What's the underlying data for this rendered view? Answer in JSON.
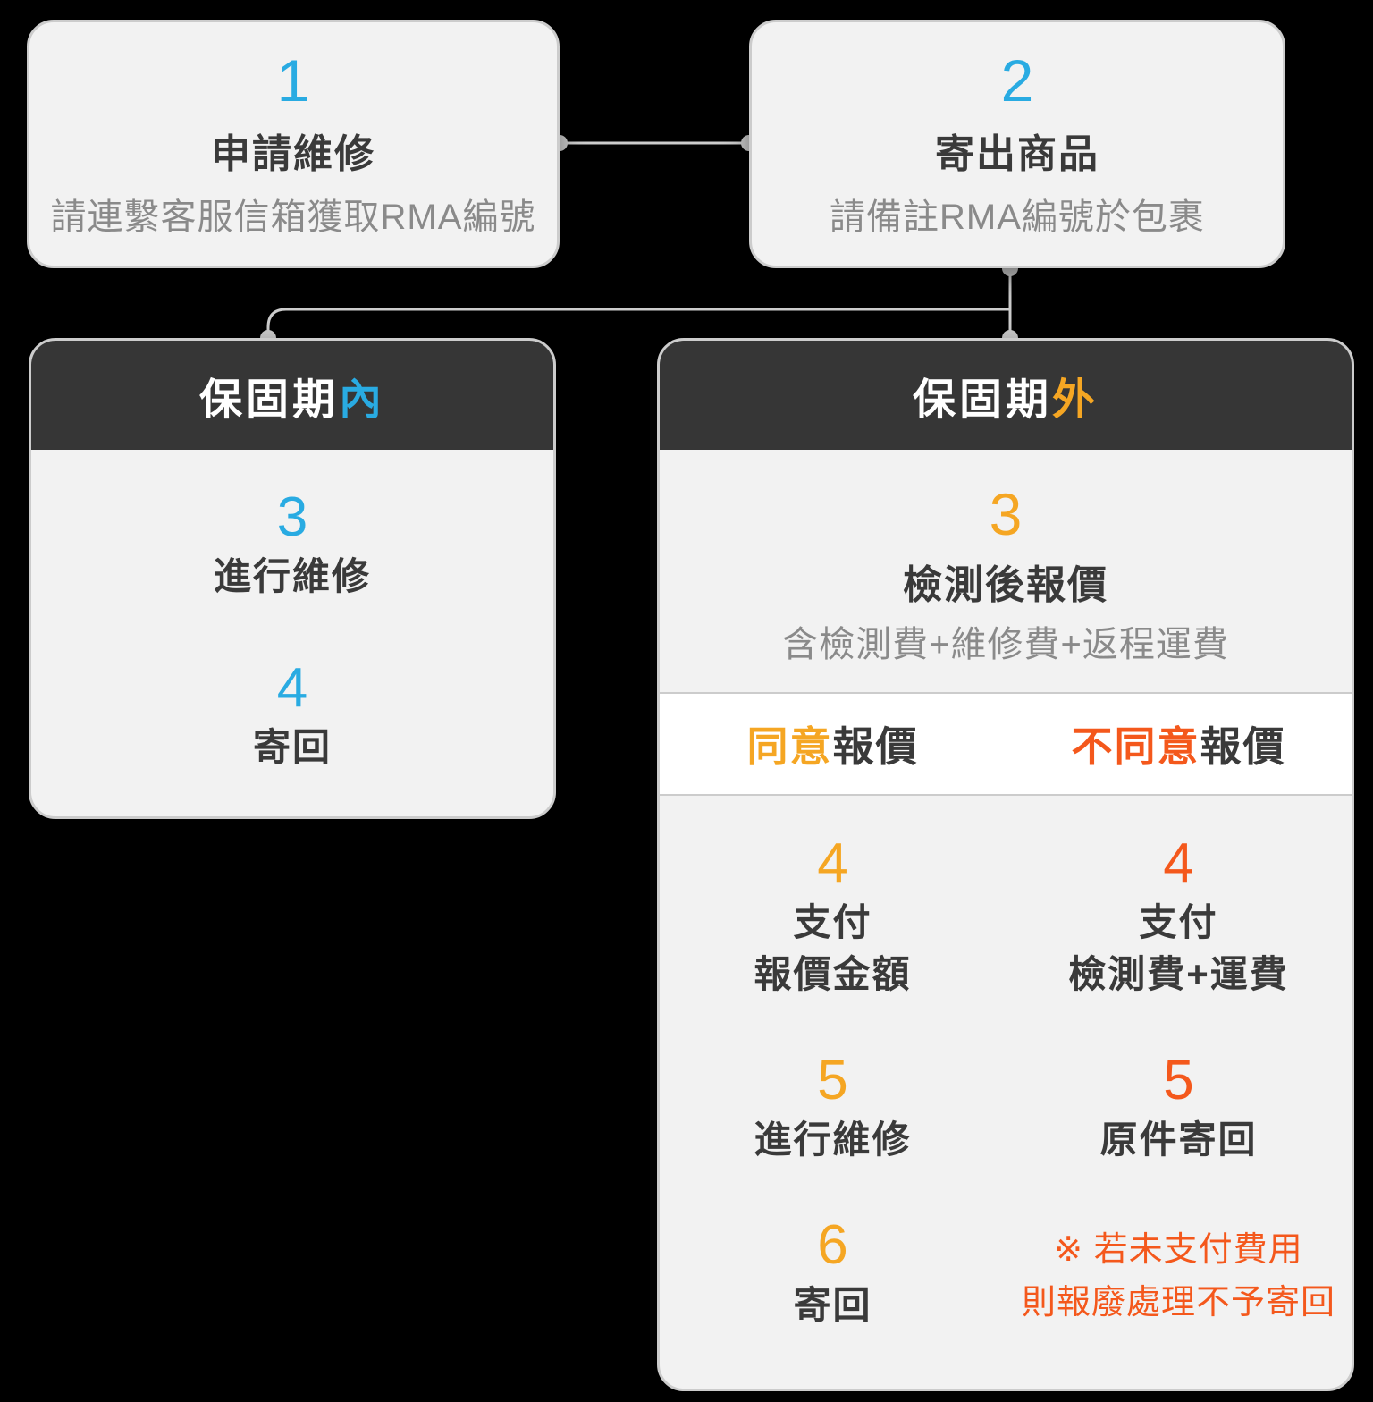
{
  "colors": {
    "blue": "#29abe2",
    "amber": "#f5a623",
    "orange": "#f4581c",
    "card_bg": "#f2f2f2",
    "header_bg": "#363636",
    "text_dark": "#3a3a3a",
    "text_gray": "#8a8a8a",
    "line": "#cccccc",
    "band_bg": "#ffffff",
    "page_bg": "#000000"
  },
  "top_cards": [
    {
      "number": "1",
      "title": "申請維修",
      "subtitle": "請連繫客服信箱獲取RMA編號"
    },
    {
      "number": "2",
      "title": "寄出商品",
      "subtitle": "請備註RMA編號於包裹"
    }
  ],
  "warranty_in": {
    "title_prefix": "保固期",
    "title_accent": "內",
    "steps": [
      {
        "number": "3",
        "label": "進行維修"
      },
      {
        "number": "4",
        "label": "寄回"
      }
    ]
  },
  "warranty_out": {
    "title_prefix": "保固期",
    "title_accent": "外",
    "step3": {
      "number": "3",
      "title": "檢測後報價",
      "subtitle": "含檢測費+維修費+返程運費"
    },
    "agree_header": {
      "accent": "同意",
      "rest": "報價"
    },
    "disagree_header": {
      "accent": "不同意",
      "rest": "報價"
    },
    "agree_steps": [
      {
        "number": "4",
        "lines": [
          "支付",
          "報價金額"
        ]
      },
      {
        "number": "5",
        "lines": [
          "進行維修"
        ]
      },
      {
        "number": "6",
        "lines": [
          "寄回"
        ]
      }
    ],
    "disagree_steps": [
      {
        "number": "4",
        "lines": [
          "支付",
          "檢測費+運費"
        ]
      },
      {
        "number": "5",
        "lines": [
          "原件寄回"
        ]
      }
    ],
    "note_lines": [
      "※ 若未支付費用",
      "則報廢處理不予寄回"
    ]
  }
}
